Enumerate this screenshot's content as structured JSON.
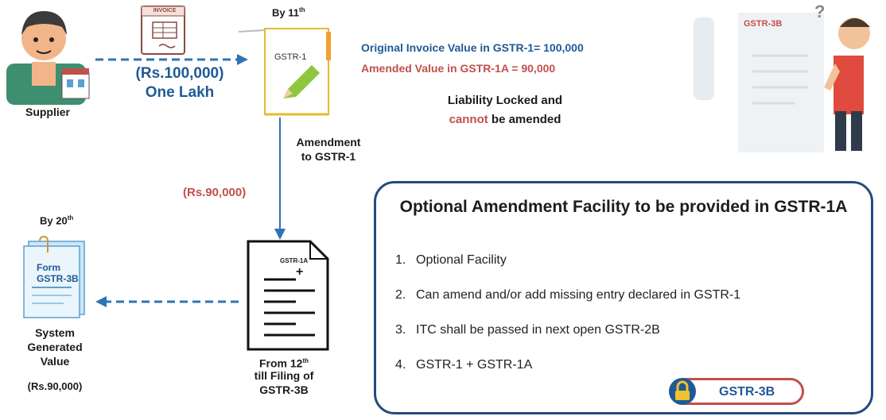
{
  "supplier": {
    "label": "Supplier",
    "invoice_label": "INVOICE"
  },
  "top_flow": {
    "amount": "(Rs.100,000)",
    "amount_words": "One Lakh"
  },
  "gstr1": {
    "deadline": "By 11",
    "deadline_sup": "th",
    "doc_label": "GSTR-1"
  },
  "values": {
    "original": "Original Invoice Value in GSTR-1= 100,000",
    "amended": "Amended Value in GSTR-1A = 90,000"
  },
  "liability": {
    "line1": "Liability Locked and",
    "line2_red": "cannot",
    "line2_rest": " be amended"
  },
  "confused": {
    "doc_label": "GSTR-3B",
    "marks": "?"
  },
  "amendment": {
    "line1": "Amendment",
    "line2": "to GSTR-1",
    "amount": "(Rs.90,000)"
  },
  "gstr1a": {
    "doc_label": "GSTR-1A",
    "plus": "+",
    "line1": "From 12",
    "line1_sup": "th",
    "line2": "till Filing of",
    "line3": "GSTR-3B"
  },
  "gstr3b_form": {
    "deadline": "By 20",
    "deadline_sup": "th",
    "form_line1": "Form",
    "form_line2": "GSTR-3B",
    "caption1": "System",
    "caption2": "Generated",
    "caption3": "Value",
    "amount": "(Rs.90,000)"
  },
  "facility_box": {
    "title": "Optional Amendment Facility to be provided in GSTR-1A",
    "items": [
      {
        "num": "1.",
        "text": "Optional Facility"
      },
      {
        "num": "2.",
        "text": "Can amend and/or add missing entry declared in GSTR-1"
      },
      {
        "num": "3.",
        "text": "ITC shall be passed in next open GSTR-2B"
      },
      {
        "num": "4.",
        "text": "GSTR-1 + GSTR-1A"
      }
    ],
    "badge": "GSTR-3B"
  },
  "colors": {
    "blue": "#1f5a96",
    "red": "#c0504d",
    "arrow_blue": "#2e74b5",
    "box_border": "#244b80"
  }
}
